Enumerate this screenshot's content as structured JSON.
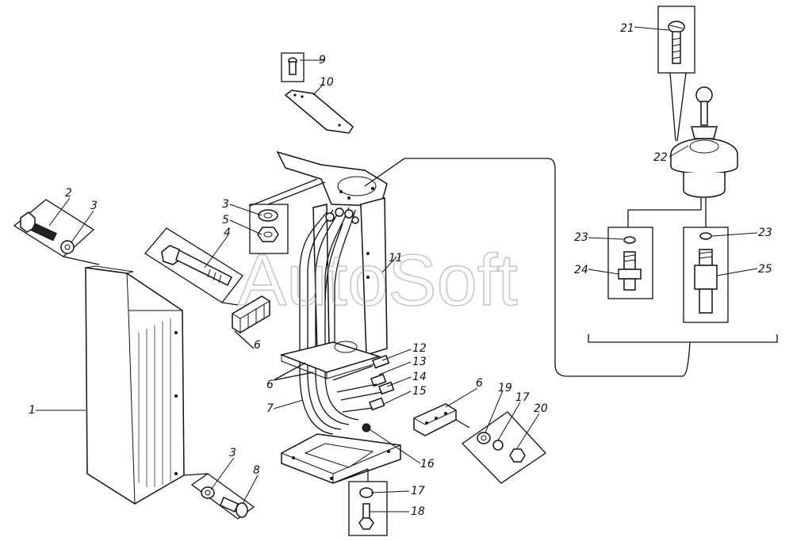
{
  "watermark": "AutoSoft",
  "callouts": [
    "1",
    "2",
    "3",
    "3",
    "3",
    "4",
    "5",
    "6",
    "6",
    "6",
    "7",
    "8",
    "9",
    "10",
    "11",
    "12",
    "13",
    "14",
    "15",
    "16",
    "17",
    "17",
    "18",
    "19",
    "20",
    "21",
    "22",
    "23",
    "23",
    "24",
    "25"
  ]
}
